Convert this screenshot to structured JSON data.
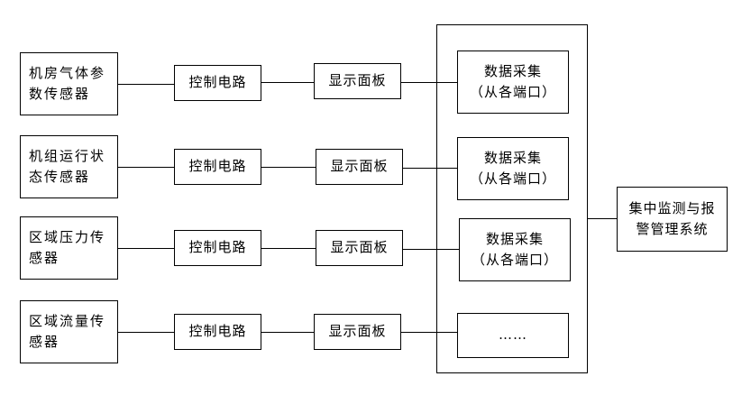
{
  "sensors": [
    {
      "line1": "机房气体参",
      "line2": "数传感器"
    },
    {
      "line1": "机组运行状",
      "line2": "态传感器"
    },
    {
      "line1": "区域压力传",
      "line2": "感器"
    },
    {
      "line1": "区域流量传",
      "line2": "感器"
    }
  ],
  "control_circuit_label": "控制电路",
  "display_panel_label": "显示面板",
  "data_acquisition": [
    {
      "line1": "数据采集",
      "line2": "（从各端口）"
    },
    {
      "line1": "数据采集",
      "line2": "（从各端口）"
    },
    {
      "line1": "数据采集",
      "line2": "（从各端口）"
    },
    {
      "line1": "……",
      "line2": ""
    }
  ],
  "central_system": {
    "line1": "集中监测与报",
    "line2": "警管理系统"
  }
}
